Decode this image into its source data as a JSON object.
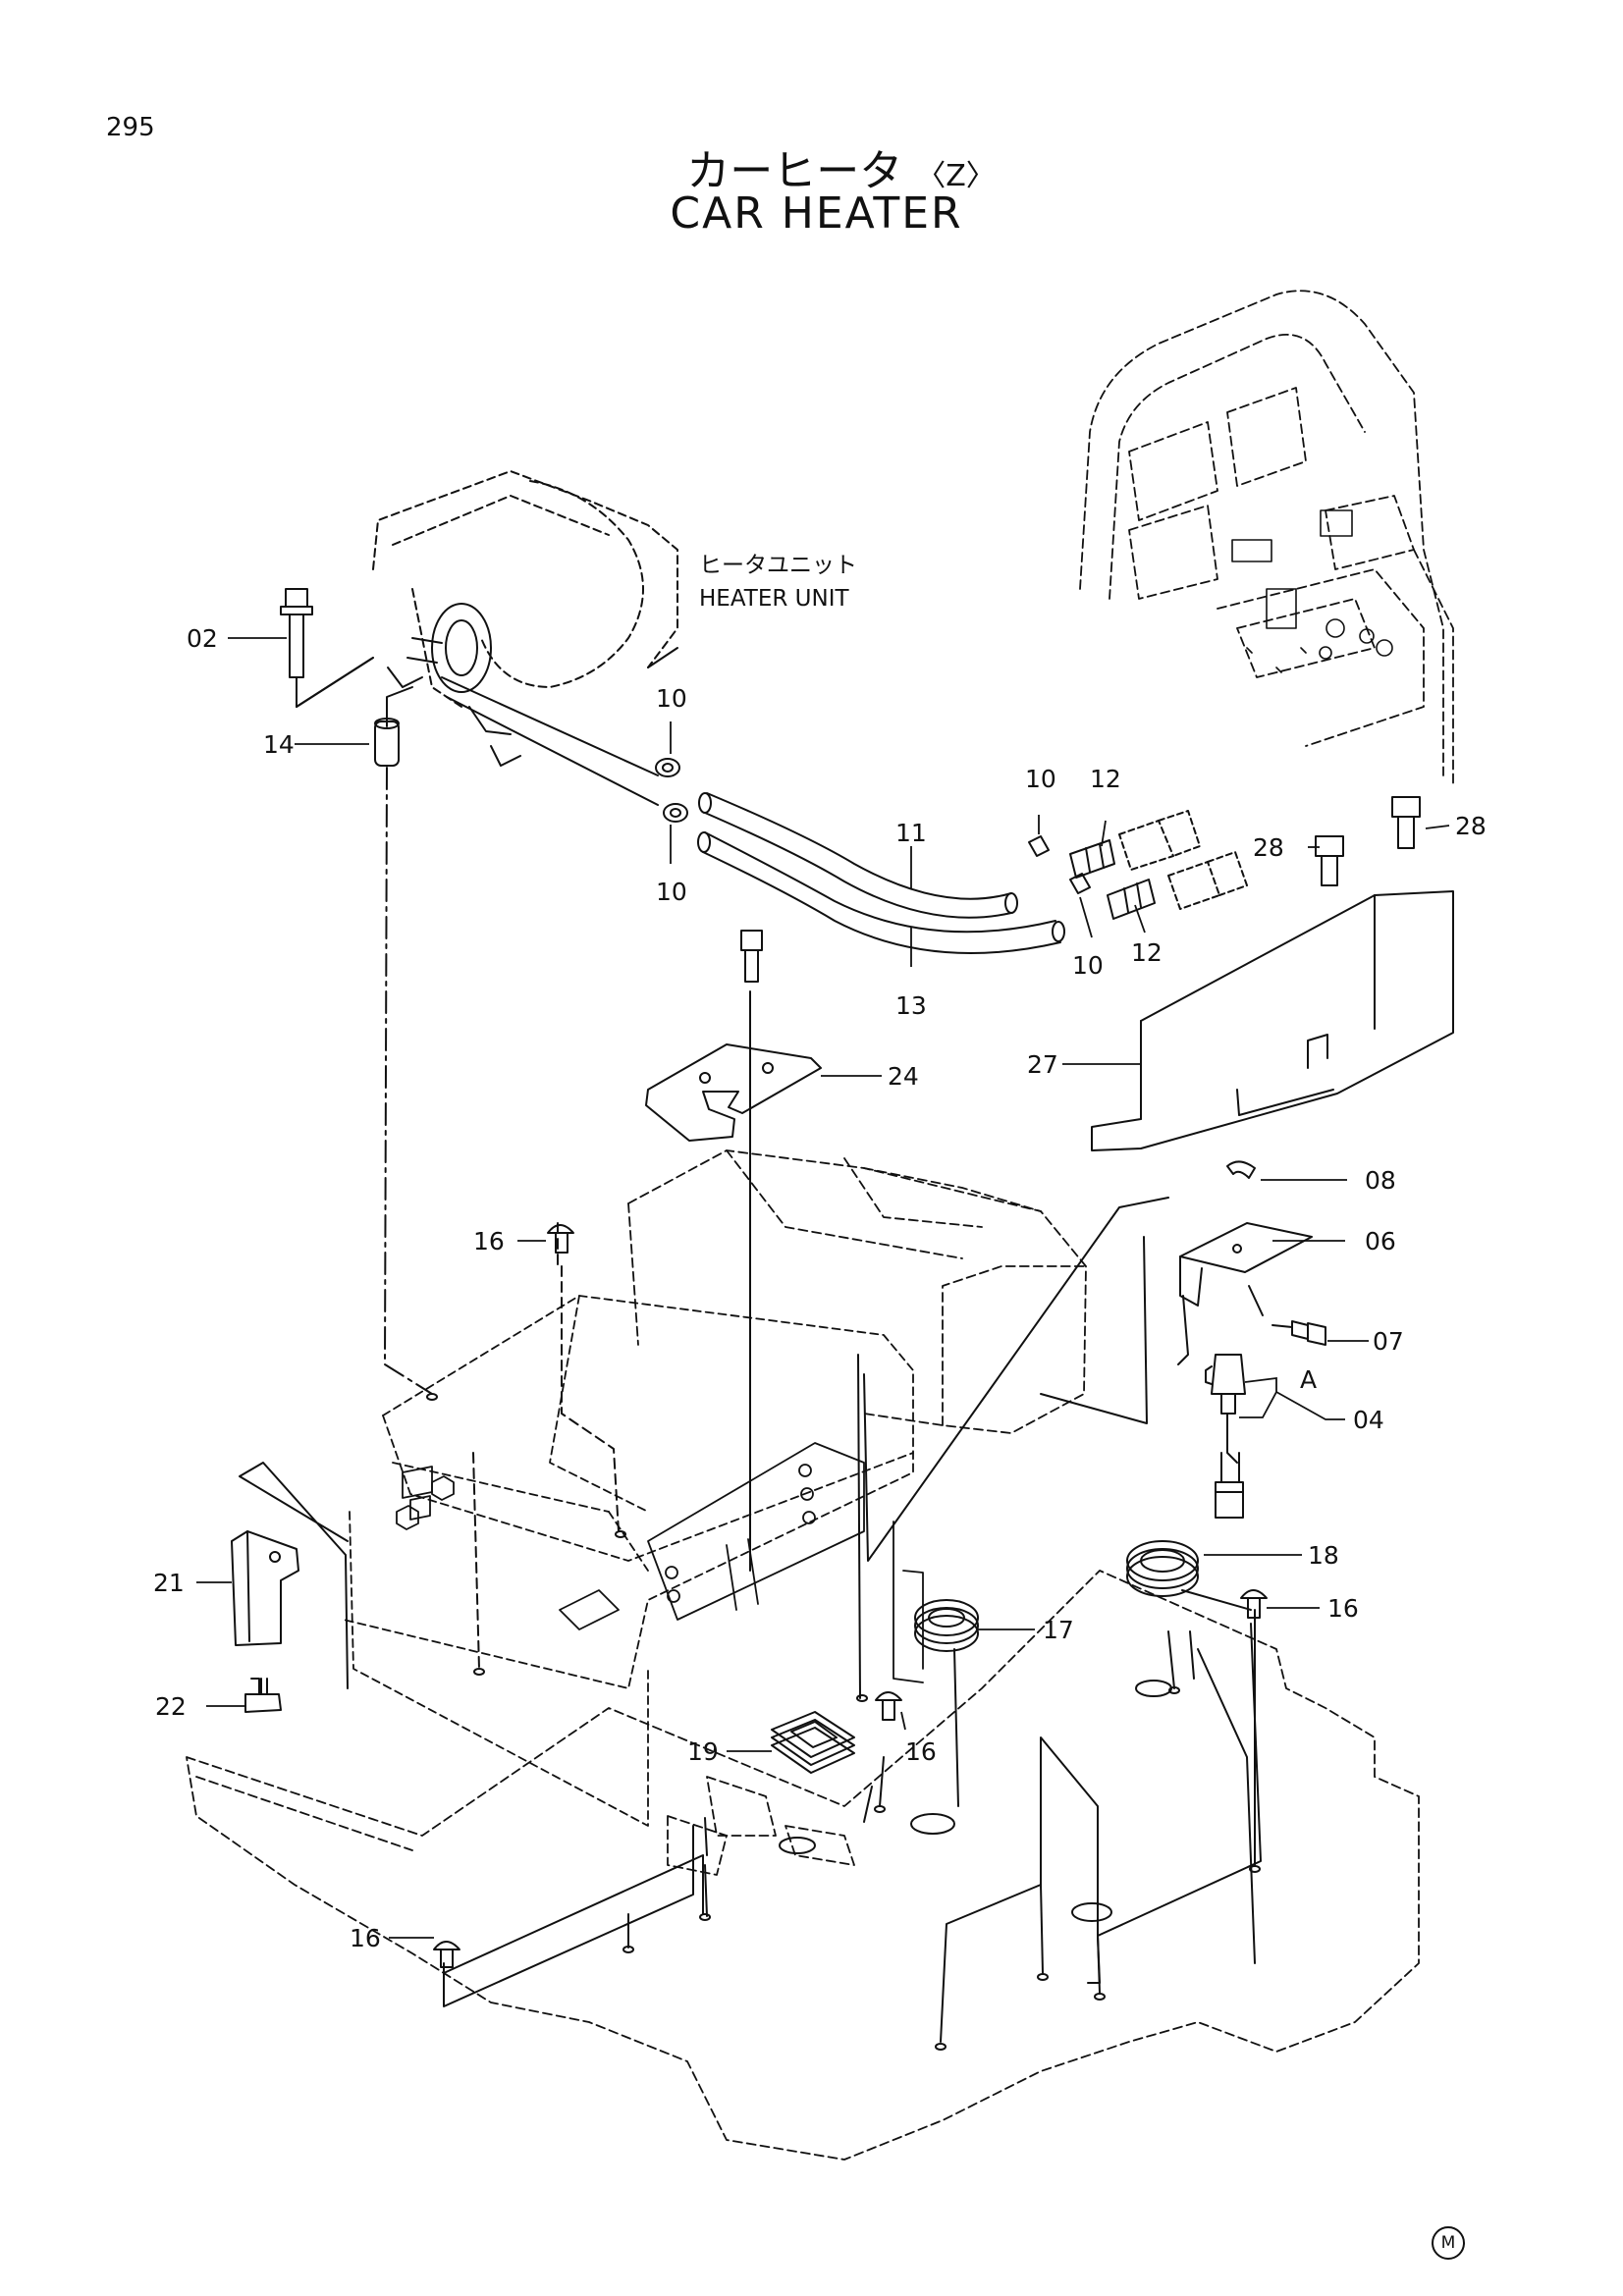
{
  "page": {
    "number": "295"
  },
  "title": {
    "japanese": "カーヒータ",
    "variant": "〈Z〉",
    "english": "CAR HEATER"
  },
  "heater_unit_label": {
    "japanese": "ヒータユニット",
    "english": "HEATER UNIT"
  },
  "callouts": [
    "02",
    "14",
    "10",
    "10",
    "11",
    "13",
    "10",
    "12",
    "12",
    "10",
    "28",
    "28",
    "24",
    "27",
    "08",
    "06",
    "16",
    "07",
    "A",
    "04",
    "18",
    "21",
    "17",
    "16",
    "22",
    "19",
    "16",
    "16"
  ],
  "mark": "M"
}
